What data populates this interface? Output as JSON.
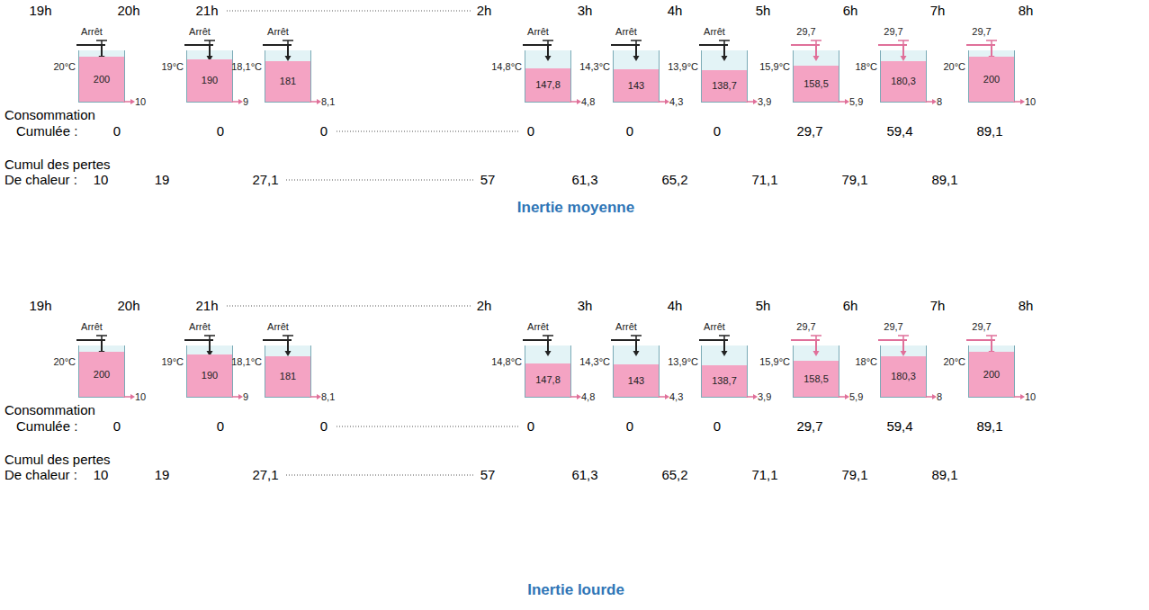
{
  "diagram": {
    "nodes": [
      {
        "text": [
          "Arrêt",
          "20°C",
          "200",
          "10"
        ]
      },
      {
        "text": [
          "Arrêt",
          "19°C",
          "190",
          "9"
        ]
      },
      {
        "text": [
          "Arrêt",
          "18,1°C",
          "181",
          "8,1"
        ]
      },
      {
        "text": [
          "Arrêt",
          "14,8°C",
          "147,8",
          "4,8"
        ]
      },
      {
        "text": [
          "Arrêt",
          "14,3°C",
          "143",
          "4,3"
        ]
      },
      {
        "text": [
          "Arrêt",
          "13,9°C",
          "138,7",
          "3,9"
        ]
      },
      {
        "text": [
          "29,7",
          "15,9°C",
          "158,5",
          "5,9"
        ]
      },
      {
        "text": [
          "29,7",
          "18°C",
          "180,3",
          "8"
        ]
      },
      {
        "text": [
          "29,7",
          "20°C",
          "200",
          "10"
        ]
      },
      {
        "text": [
          "Arrêt",
          "20°C",
          "200",
          "10"
        ]
      },
      {
        "text": [
          "Arrêt",
          "19°C",
          "190",
          "9"
        ]
      },
      {
        "text": [
          "Arrêt",
          "18,1°C",
          "181",
          "8,1"
        ]
      },
      {
        "text": [
          "Arrêt",
          "14,8°C",
          "147,8",
          "4,8"
        ]
      },
      {
        "text": [
          "Arrêt",
          "14,3°C",
          "143",
          "4,3"
        ]
      },
      {
        "text": [
          "Arrêt",
          "13,9°C",
          "138,7",
          "3,9"
        ]
      },
      {
        "text": [
          "29,7",
          "15,9°C",
          "158,5",
          "5,9"
        ]
      },
      {
        "text": [
          "29,7",
          "18°C",
          "180,3",
          "8"
        ]
      },
      {
        "text": [
          "29,7",
          "20°C",
          "200",
          "10"
        ]
      }
    ],
    "labels": [
      "19h",
      "20h",
      "21h",
      "2h",
      "3h",
      "4h",
      "5h",
      "6h",
      "7h",
      "8h",
      "Consommation",
      "Cumulée :",
      "Cumul des pertes",
      "De chaleur :",
      "0",
      "0",
      "0",
      "0",
      "0",
      "0",
      "29,7",
      "59,4",
      "89,1",
      "10",
      "19",
      "27,1",
      "57",
      "61,3",
      "65,2",
      "71,1",
      "79,1",
      "89,1",
      "Inertie moyenne",
      "19h",
      "20h",
      "21h",
      "2h",
      "3h",
      "4h",
      "5h",
      "6h",
      "7h",
      "8h",
      "Consommation",
      "Cumulée :",
      "Cumul des pertes",
      "De chaleur :",
      "0",
      "0",
      "0",
      "0",
      "0",
      "0",
      "29,7",
      "59,4",
      "89,1",
      "10",
      "19",
      "27,1",
      "57",
      "61,3",
      "65,2",
      "71,1",
      "79,1",
      "89,1",
      "Inertie lourde"
    ]
  }
}
